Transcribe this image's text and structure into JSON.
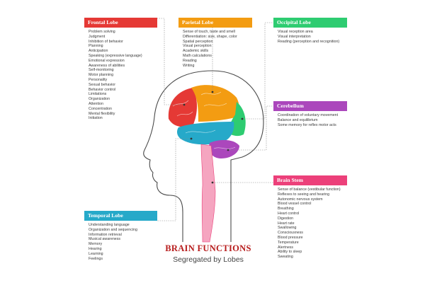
{
  "colors": {
    "frontal": "#e53935",
    "parietal": "#f39c12",
    "occipital": "#2ecc71",
    "cerebellum": "#ab47bc",
    "brain_stem": "#ec407a",
    "temporal": "#26a9c9",
    "title": "#b71c1c"
  },
  "lobes": {
    "frontal": {
      "title": "Frontal Lobe",
      "functions": [
        "Problem solving",
        "Judgment",
        "Inhibition of behavior",
        "Planning",
        "Anticipation",
        "Speaking (expressive language)",
        "Emotional expression",
        "Awareness of abilities",
        "Self-monitoring",
        "Motor planning",
        "Personality",
        "Sexual behavior",
        "Behavior control",
        "Limitations",
        "Organization",
        "Attention",
        "Concentration",
        "Mental flexibility",
        "Initiation"
      ]
    },
    "parietal": {
      "title": "Parietal Lobe",
      "functions": [
        "Sense of touch, taste and smell",
        "Differentiation: size, shape, color",
        "Spatial perception",
        "Visual perception",
        "Academic skills",
        "Math calculations",
        "Reading",
        "Writing"
      ]
    },
    "occipital": {
      "title": "Occipital Lobe",
      "functions": [
        "Visual reception area",
        "Visual interpretation",
        "Reading (perception and recognition)"
      ]
    },
    "cerebellum": {
      "title": "Cerebellum",
      "functions": [
        "Coordination of voluntary movement",
        "Balance and equilibrium",
        "Some memory for reflex motor acts"
      ]
    },
    "brain_stem": {
      "title": "Brain Stem",
      "functions": [
        "Sense of balance (vestibular function)",
        "Reflexes to seeing and hearing",
        "Autonomic nervous system",
        "Blood vessel control",
        "Breathing",
        "Heart control",
        "Digestion",
        "Heart rate",
        "Swallowing",
        "Consciousness",
        "Blood pressure",
        "Temperature",
        "Alertness",
        "Ability to sleep",
        "Sweating"
      ]
    },
    "temporal": {
      "title": "Temporal Lobe",
      "functions": [
        "Understanding language",
        "Organization and sequencing",
        "Information retrieval",
        "Musical awareness",
        "Memory",
        "Hearing",
        "Learning",
        "Feelings"
      ]
    }
  },
  "title": {
    "main": "BRAIN FUNCTIONS",
    "sub": "Segregated by Lobes"
  }
}
